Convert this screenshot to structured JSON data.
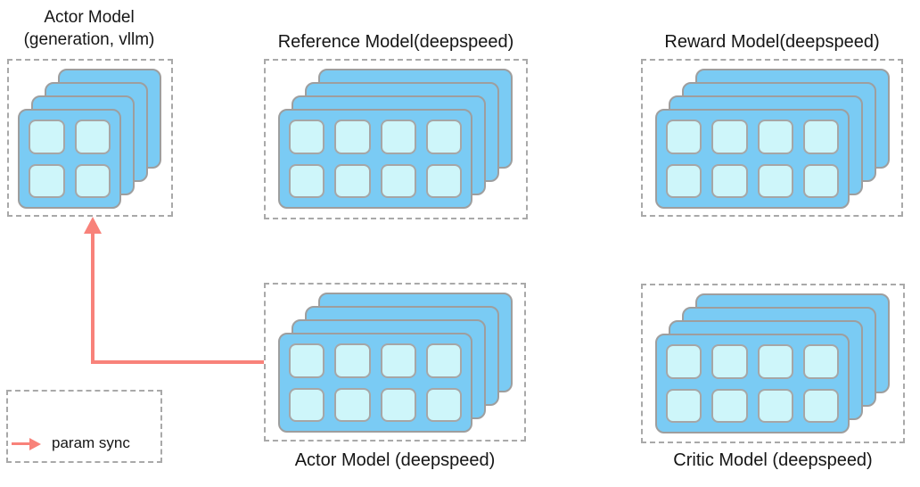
{
  "models": {
    "actor_vllm": {
      "title_line1": "Actor Model",
      "title_line2": "(generation, vllm)",
      "stack_cards": 4,
      "gpu_grid": "2x2"
    },
    "reference": {
      "title": "Reference Model(deepspeed)",
      "stack_cards": 4,
      "gpu_grid": "2x4"
    },
    "reward": {
      "title": "Reward Model(deepspeed)",
      "stack_cards": 4,
      "gpu_grid": "2x4"
    },
    "actor_ds": {
      "title": "Actor Model (deepspeed)",
      "stack_cards": 4,
      "gpu_grid": "2x4"
    },
    "critic": {
      "title": "Critic Model (deepspeed)",
      "stack_cards": 4,
      "gpu_grid": "2x4"
    }
  },
  "legend": {
    "label": "param sync"
  },
  "connections": [
    {
      "from": "Actor Model (deepspeed)",
      "to": "Actor Model (generation, vllm)",
      "type": "param sync"
    }
  ],
  "colors": {
    "card_fill": "#7acbf4",
    "card_border": "#9e9e9e",
    "square_fill": "#cef6fa",
    "square_border": "#a6a6a6",
    "box_border": "#a9a9a9",
    "arrow": "#f8827a",
    "text": "#151515",
    "background": "#ffffff"
  }
}
